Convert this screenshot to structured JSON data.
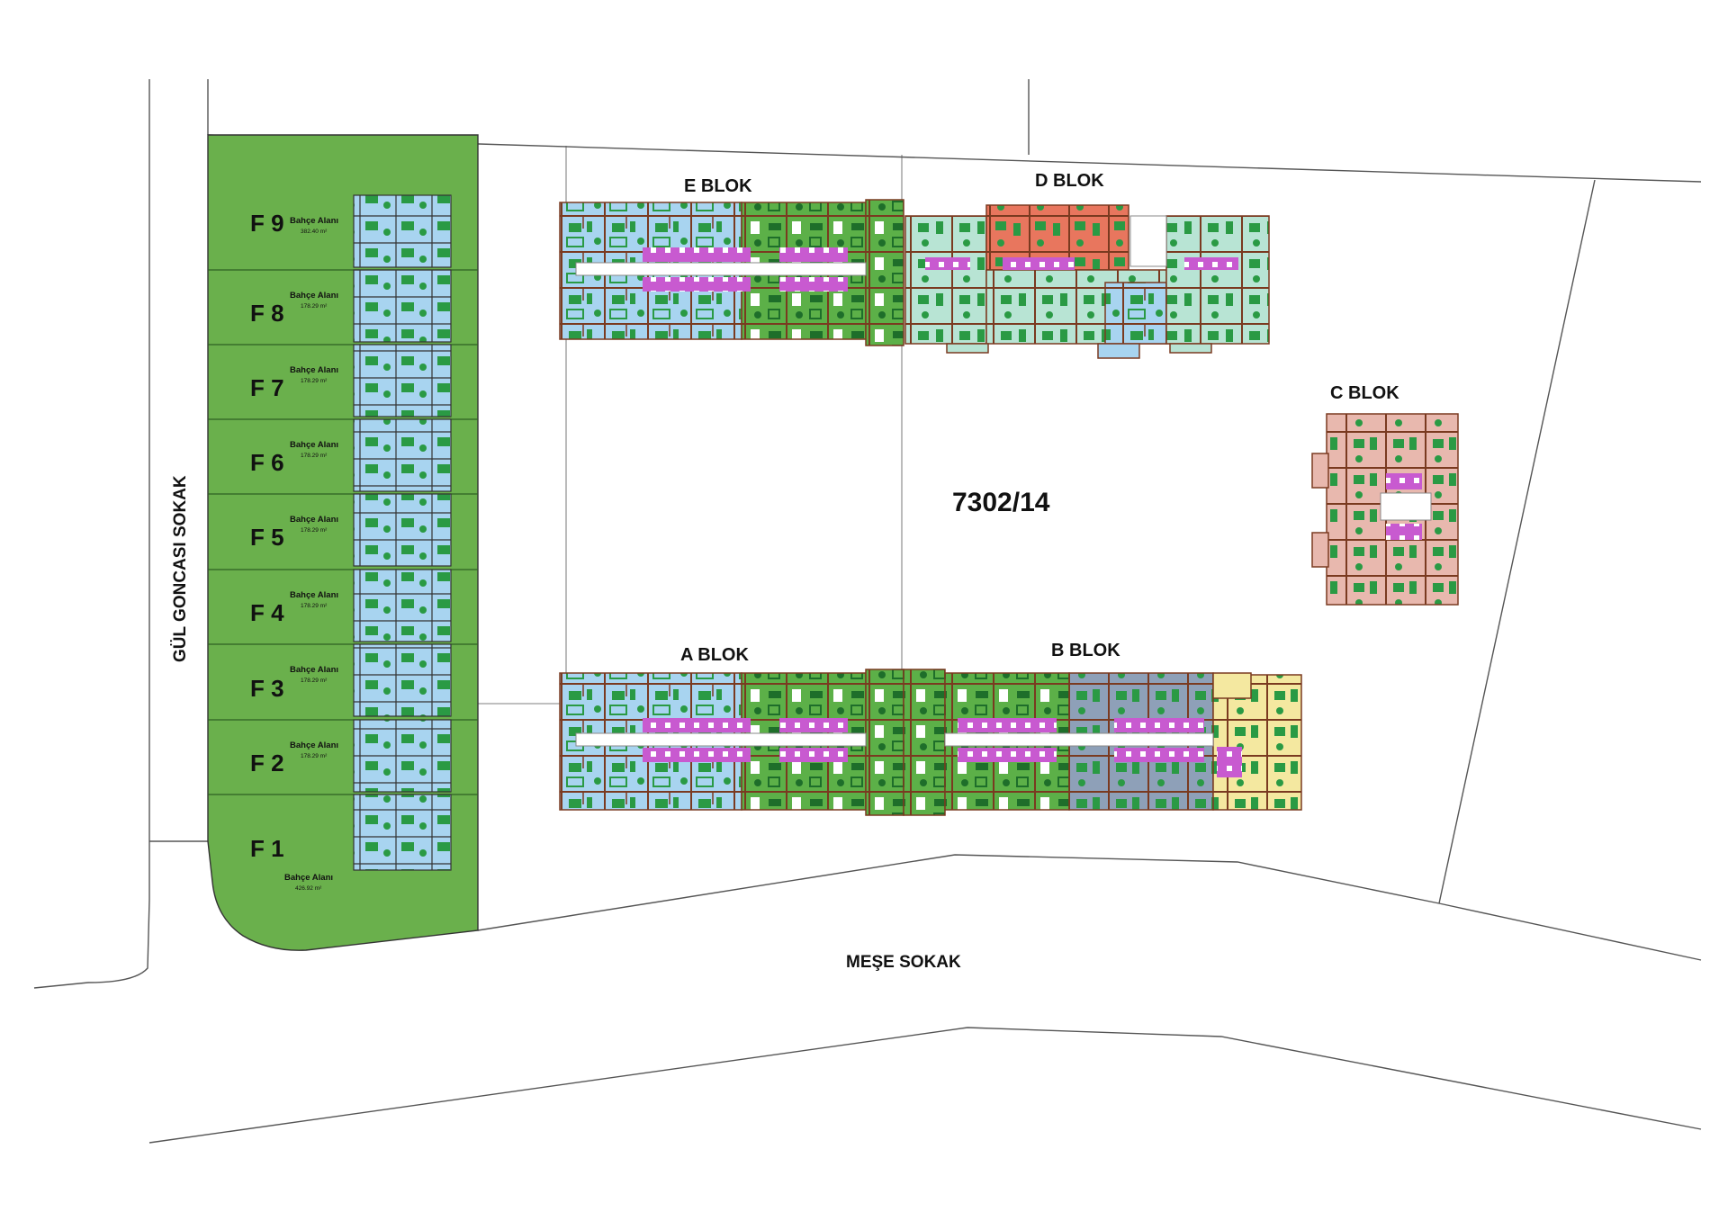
{
  "parcel": {
    "label": "7302/14"
  },
  "roads": {
    "west": "GÜL GONCASI SOKAK",
    "south": "MEŞE SOKAK"
  },
  "blocks": [
    {
      "id": "E",
      "label": "E BLOK"
    },
    {
      "id": "D",
      "label": "D BLOK"
    },
    {
      "id": "C",
      "label": "C BLOK"
    },
    {
      "id": "A",
      "label": "A BLOK"
    },
    {
      "id": "B",
      "label": "B BLOK"
    }
  ],
  "villas": [
    {
      "label": "F 9",
      "garden_label": "Bahçe Alanı",
      "garden_area": "382.40 m²"
    },
    {
      "label": "F 8",
      "garden_label": "Bahçe Alanı",
      "garden_area": "178.29 m²"
    },
    {
      "label": "F 7",
      "garden_label": "Bahçe Alanı",
      "garden_area": "178.29 m²"
    },
    {
      "label": "F 6",
      "garden_label": "Bahçe Alanı",
      "garden_area": "178.29 m²"
    },
    {
      "label": "F 5",
      "garden_label": "Bahçe Alanı",
      "garden_area": "178.29 m²"
    },
    {
      "label": "F 4",
      "garden_label": "Bahçe Alanı",
      "garden_area": "178.29 m²"
    },
    {
      "label": "F 3",
      "garden_label": "Bahçe Alanı",
      "garden_area": "178.29 m²"
    },
    {
      "label": "F 2",
      "garden_label": "Bahçe Alanı",
      "garden_area": "178.29 m²"
    },
    {
      "label": "F 1",
      "garden_label": "Bahçe Alanı",
      "garden_area": "426.92 m²"
    }
  ],
  "colors": {
    "garden": "#6ab04c",
    "unit_blue": "#a8d4f0",
    "unit_green": "#5cb048",
    "unit_mint": "#b8e4d4",
    "unit_salmon": "#e8765e",
    "unit_pink": "#e8b8ae",
    "unit_slate": "#8ea0b8",
    "unit_yellow": "#f4e8a0",
    "wet_area": "#c85ad0",
    "wall": "#7a3a20",
    "furniture": "#1e8a3a"
  }
}
